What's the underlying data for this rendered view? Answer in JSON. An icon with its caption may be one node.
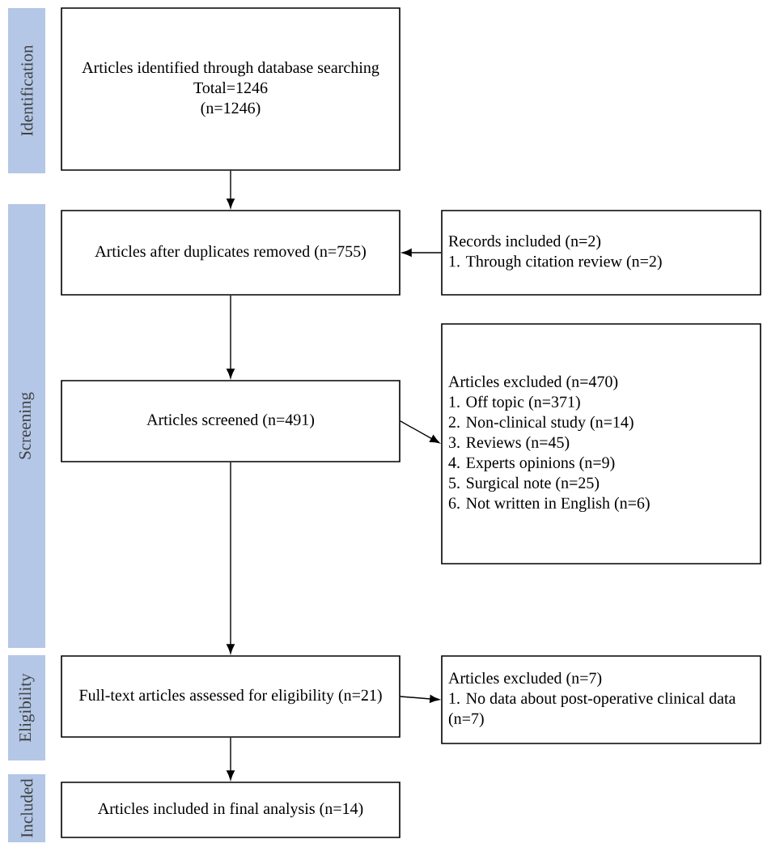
{
  "diagram": {
    "nodes": [
      {
        "text": [
          "Identification"
        ]
      },
      {
        "text": [
          "Articles identified through database searching",
          "Total=1246",
          "(n=1246)"
        ]
      },
      {
        "text": [
          "Screening"
        ]
      },
      {
        "text": [
          "Articles after duplicates removed (n=755)"
        ]
      },
      {
        "text": [
          "Records included (n=2)",
          "1. Through citation review (n=2)"
        ]
      },
      {
        "text": [
          "Articles screened (n=491)"
        ]
      },
      {
        "text": [
          "Articles excluded (n=470)",
          "1. Off topic (n=371)",
          "2. Non-clinical study (n=14)",
          "3. Reviews (n=45)",
          "4. Experts opinions (n=9)",
          "5. Surgical note (n=25)",
          "6. Not written in English (n=6)"
        ]
      },
      {
        "text": [
          "Eligibility"
        ]
      },
      {
        "text": [
          "Full-text articles assessed for eligibility (n=21)"
        ]
      },
      {
        "text": [
          "Articles excluded (n=7)",
          "1. No data about post-operative clinical data (n=7)"
        ]
      },
      {
        "text": [
          "Included"
        ]
      },
      {
        "text": [
          "Articles included in final analysis (n=14)"
        ]
      }
    ],
    "edges": [
      {
        "from": 1,
        "to": 3,
        "arrow": "to"
      },
      {
        "from": 4,
        "to": 3,
        "arrow": "to"
      },
      {
        "from": 3,
        "to": 5,
        "arrow": "to"
      },
      {
        "from": 5,
        "to": 6,
        "arrow": "to"
      },
      {
        "from": 5,
        "to": 8,
        "arrow": "to"
      },
      {
        "from": 8,
        "to": 9,
        "arrow": "to"
      },
      {
        "from": 8,
        "to": 11,
        "arrow": "to"
      }
    ]
  }
}
